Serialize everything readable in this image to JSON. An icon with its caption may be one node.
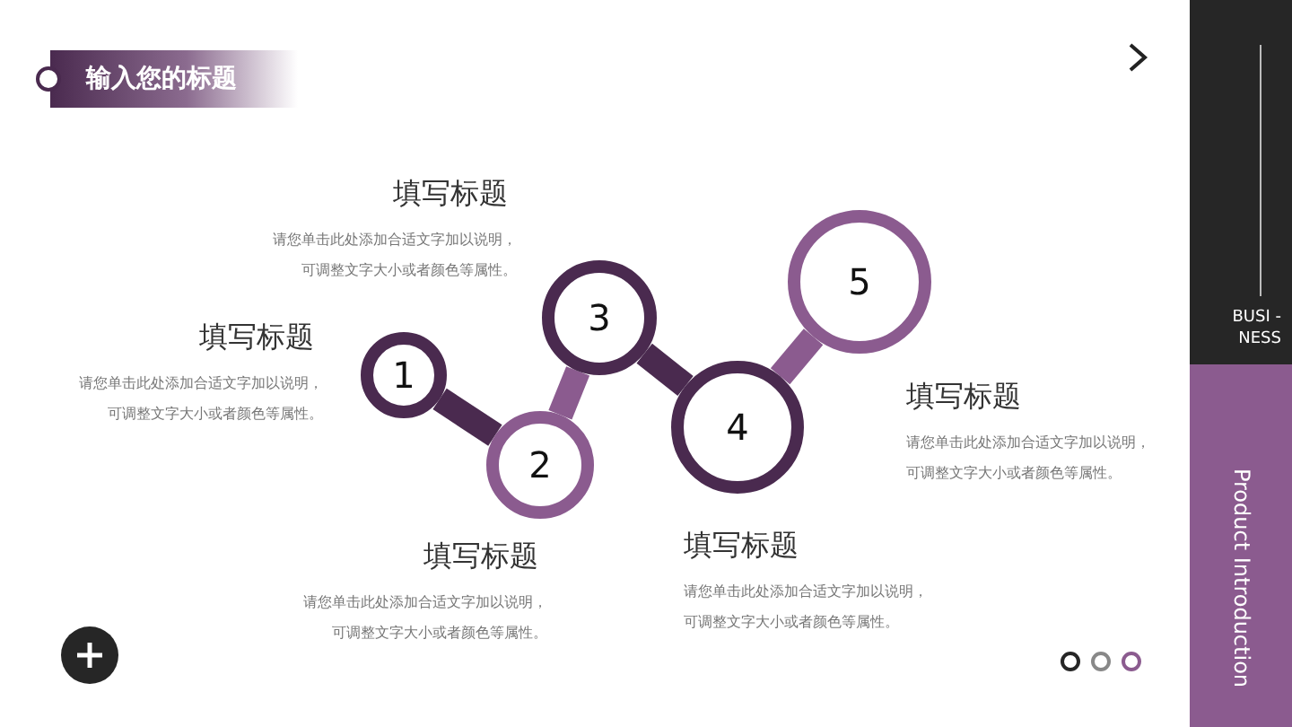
{
  "diagram": {
    "title": "输入您的标题",
    "nodes": [
      {
        "text": [
          "1"
        ],
        "beside": [
          "填写标题",
          "请您单击此处添加合适文字加以说明，可调整文字大小或者颜色等属性。"
        ]
      },
      {
        "text": [
          "2"
        ],
        "beside": [
          "填写标题",
          "请您单击此处添加合适文字加以说明，可调整文字大小或者颜色等属性。"
        ]
      },
      {
        "text": [
          "3"
        ],
        "beside": [
          "填写标题",
          "请您单击此处添加合适文字加以说明，可调整文字大小或者颜色等属性。"
        ]
      },
      {
        "text": [
          "4"
        ],
        "beside": [
          "填写标题",
          "请您单击此处添加合适文字加以说明，可调整文字大小或者颜色等属性。"
        ]
      },
      {
        "text": [
          "5"
        ],
        "beside": [
          "填写标题",
          "请您单击此处添加合适文字加以说明，可调整文字大小或者颜色等属性。"
        ]
      }
    ],
    "edges": [
      {
        "from": 0,
        "to": 1,
        "arrow": "none"
      },
      {
        "from": 1,
        "to": 2,
        "arrow": "none",
        "color": "#8b5b8f"
      },
      {
        "from": 2,
        "to": 3,
        "arrow": "none"
      },
      {
        "from": 3,
        "to": 4,
        "arrow": "none",
        "color": "#8b5b8f"
      }
    ],
    "labels": [
      "BUSI -NESS",
      "Product Introduction"
    ]
  }
}
